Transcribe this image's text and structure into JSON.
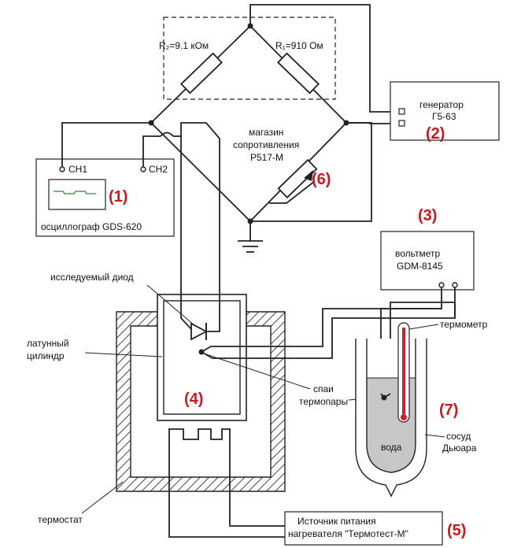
{
  "bridge": {
    "r2": "R₂=9.1 кОм",
    "r1": "R₁=910 Ом",
    "store_line1": "магазин",
    "store_line2": "сопротивления",
    "store_line3": "Р517-М",
    "store_num": "(6)"
  },
  "generator": {
    "line1": "генератор",
    "line2": "Г5-63",
    "num": "(2)"
  },
  "oscilloscope": {
    "ch1": "CH1",
    "ch2": "CH2",
    "label": "осциллограф GDS-620",
    "num": "(1)"
  },
  "voltmeter": {
    "line1": "вольтметр",
    "line2": "GDM-8145",
    "num": "(3)"
  },
  "labels": {
    "diode": "исследуемый диод",
    "cylinder_line1": "латунный",
    "cylinder_line2": "цилиндр",
    "junction_line1": "спаи",
    "junction_line2": "термопары",
    "thermometer": "термометр",
    "water": "вода",
    "dewar_line1": "сосуд",
    "dewar_line2": "Дьюара",
    "thermostat": "термостат"
  },
  "numbers": {
    "heater": "(4)",
    "dewar": "(7)"
  },
  "power": {
    "line1": "Источник питания",
    "line2": "нагревателя \"Термотест-М\"",
    "num": "(5)"
  },
  "colors": {
    "accent_number": "#c8191e",
    "thermometer_red": "#d0202a",
    "water_fill": "#c7c7c7"
  }
}
